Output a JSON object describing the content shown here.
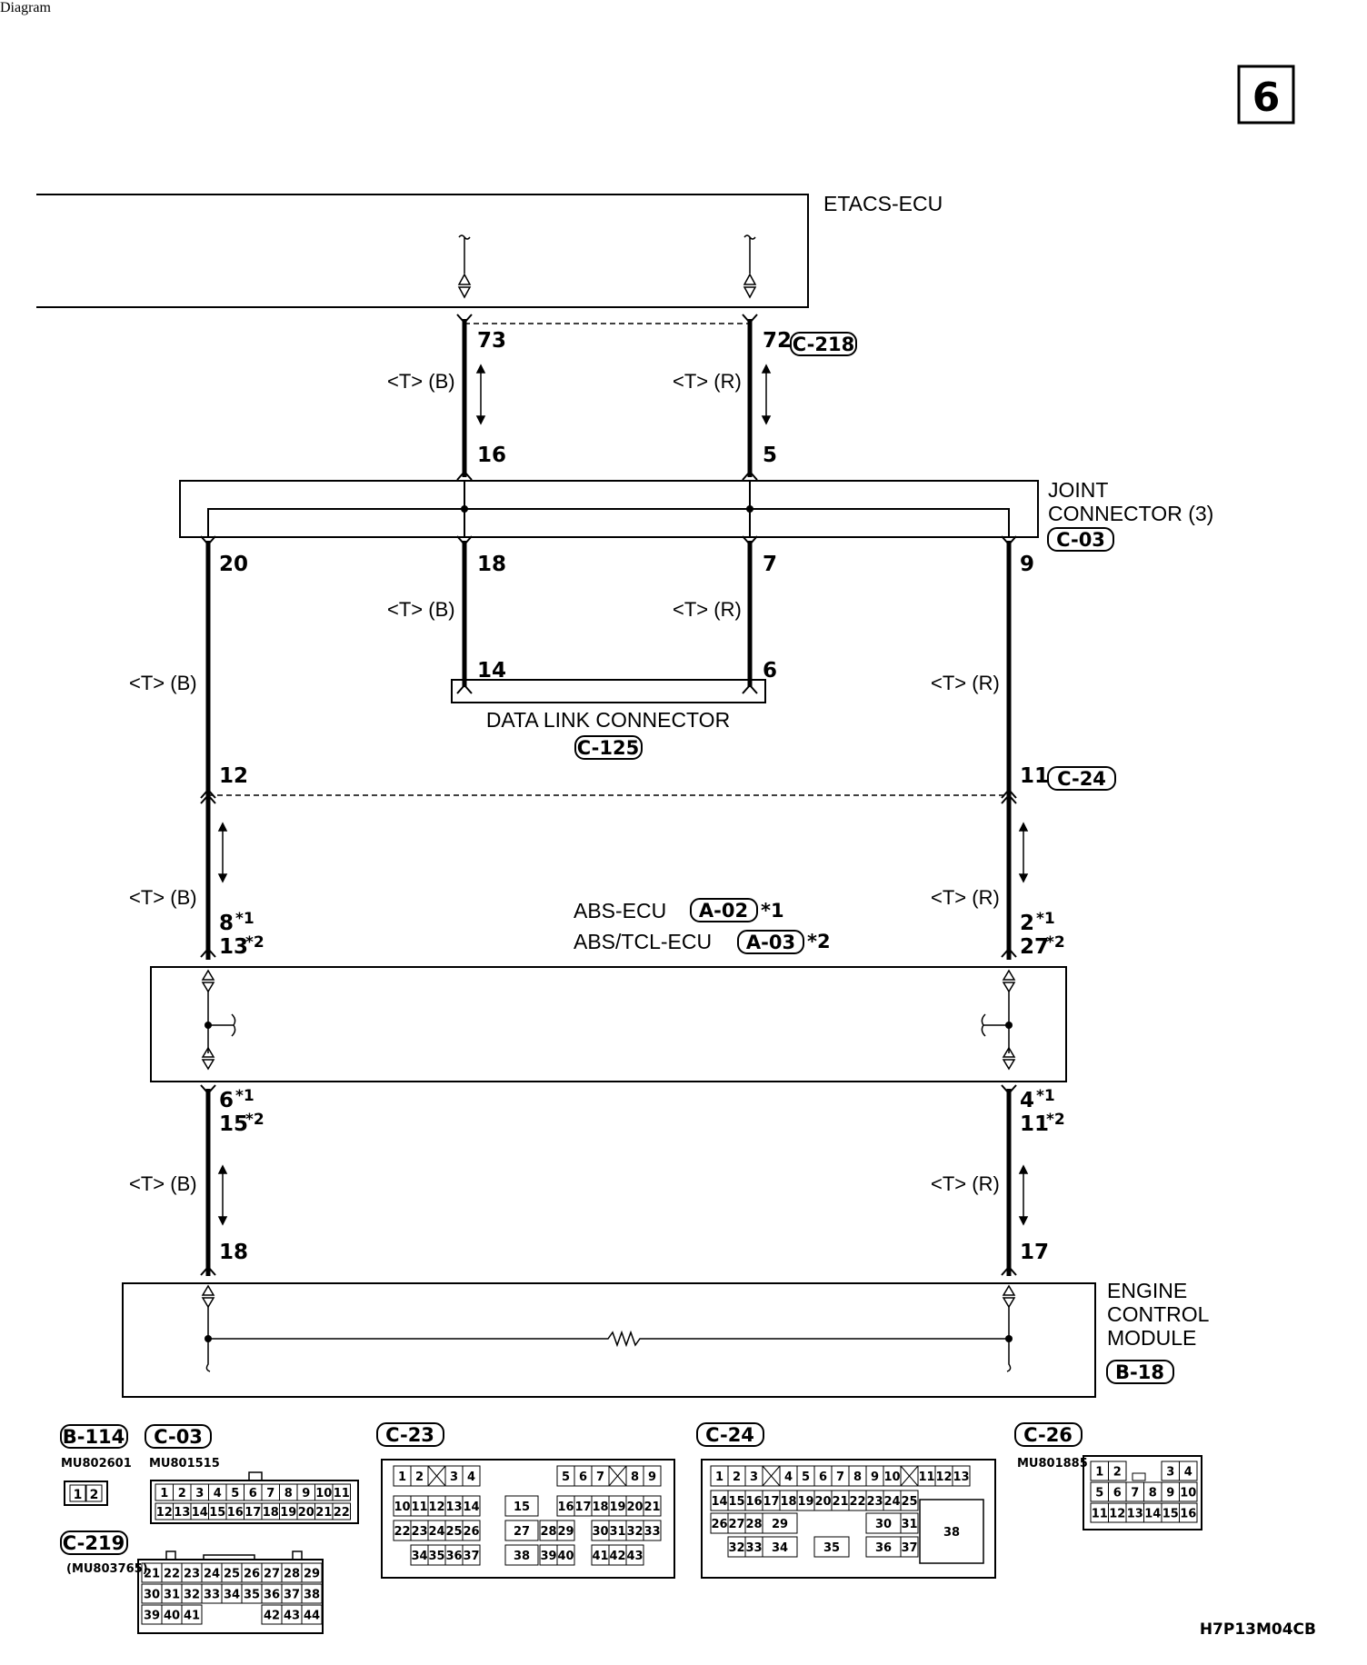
{
  "page_number": "6",
  "figure_code": "H7P13M04CB",
  "components": {
    "etacs": "ETACS-ECU",
    "joint_line1": "JOINT",
    "joint_line2": "CONNECTOR (3)",
    "joint_conn": "C-03",
    "dlc": "DATA LINK CONNECTOR",
    "dlc_conn": "C-125",
    "abs_ecu": "ABS-ECU",
    "abs_conn": "A-02",
    "abs_mark": "*1",
    "abstcl_ecu": "ABS/TCL-ECU",
    "abstcl_conn": "A-03",
    "abstcl_mark": "*2",
    "ecm_line1": "ENGINE",
    "ecm_line2": "CONTROL",
    "ecm_line3": "MODULE",
    "ecm_conn": "B-18"
  },
  "conn_c218": "C-218",
  "conn_c24": "C-24",
  "wire_b": "<T> (B)",
  "wire_r": "<T> (R)",
  "pins": {
    "p73": "73",
    "p72": "72",
    "p16": "16",
    "p5": "5",
    "p20": "20",
    "p18": "18",
    "p7": "7",
    "p9": "9",
    "p14": "14",
    "p6": "6",
    "p12": "12",
    "p11": "11",
    "abs_l1": "8",
    "abs_l1m": "*1",
    "abs_l2": "13",
    "abs_l2m": "*2",
    "abs_r1": "2",
    "abs_r1m": "*1",
    "abs_r2": "27",
    "abs_r2m": "*2",
    "abs_bl1": "6",
    "abs_bl1m": "*1",
    "abs_bl2": "15",
    "abs_bl2m": "*2",
    "abs_br1": "4",
    "abs_br1m": "*1",
    "abs_br2": "11",
    "abs_br2m": "*2",
    "ecm_l": "18",
    "ecm_r": "17"
  },
  "legend": {
    "b114": {
      "label": "B-114",
      "part": "MU802601",
      "pins": [
        "1",
        "2"
      ]
    },
    "c03": {
      "label": "C-03",
      "part": "MU801515",
      "row1": [
        "1",
        "2",
        "3",
        "4",
        "5",
        "6",
        "7",
        "8",
        "9",
        "10",
        "11"
      ],
      "row2": [
        "12",
        "13",
        "14",
        "15",
        "16",
        "17",
        "18",
        "19",
        "20",
        "21",
        "22"
      ]
    },
    "c219": {
      "label": "C-219",
      "part": "(MU803765)",
      "row1": [
        "21",
        "22",
        "23",
        "24",
        "25",
        "26",
        "27",
        "28",
        "29"
      ],
      "row2": [
        "30",
        "31",
        "32",
        "33",
        "34",
        "35",
        "36",
        "37",
        "38"
      ],
      "row3": [
        "39",
        "40",
        "41",
        "42",
        "43",
        "44"
      ]
    },
    "c23": {
      "label": "C-23",
      "cells": [
        "1",
        "2",
        "3",
        "4",
        "5",
        "6",
        "7",
        "8",
        "9",
        "10",
        "11",
        "12",
        "13",
        "14",
        "15",
        "16",
        "17",
        "18",
        "19",
        "20",
        "21",
        "22",
        "23",
        "24",
        "25",
        "26",
        "27",
        "28",
        "29",
        "30",
        "31",
        "32",
        "33",
        "34",
        "35",
        "36",
        "37",
        "38",
        "39",
        "40",
        "41",
        "42",
        "43"
      ]
    },
    "c24": {
      "label": "C-24",
      "cells": [
        "1",
        "2",
        "3",
        "4",
        "5",
        "6",
        "7",
        "8",
        "9",
        "10",
        "11",
        "12",
        "13",
        "14",
        "15",
        "16",
        "17",
        "18",
        "19",
        "20",
        "21",
        "22",
        "23",
        "24",
        "25",
        "26",
        "27",
        "28",
        "29",
        "30",
        "31",
        "32",
        "33",
        "34",
        "35",
        "36",
        "37",
        "38"
      ]
    },
    "c26": {
      "label": "C-26",
      "part": "MU801885",
      "cells": [
        "1",
        "2",
        "3",
        "4",
        "5",
        "6",
        "7",
        "8",
        "9",
        "10",
        "11",
        "12",
        "13",
        "14",
        "15",
        "16"
      ]
    }
  }
}
